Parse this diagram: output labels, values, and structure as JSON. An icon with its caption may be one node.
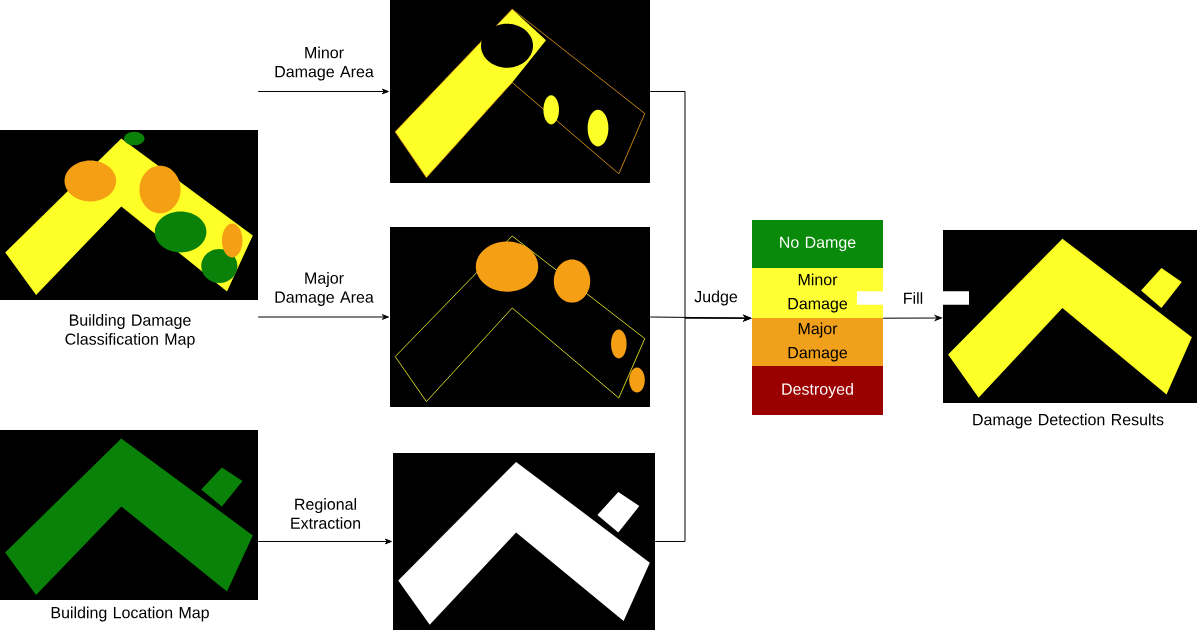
{
  "diagram": {
    "nodes": [
      {
        "text": [],
        "shape": "picture",
        "beside": [
          "Building Damage Classification Map"
        ]
      },
      {
        "text": [],
        "shape": "picture",
        "beside": [
          "Building Location Map"
        ]
      },
      {
        "text": [],
        "shape": "picture"
      },
      {
        "text": [],
        "shape": "picture"
      },
      {
        "text": [],
        "shape": "picture"
      },
      {
        "text": [
          "No Damge"
        ]
      },
      {
        "text": [
          "Minor Damage"
        ]
      },
      {
        "text": [
          "Major Damage"
        ]
      },
      {
        "text": [
          "Destroyed"
        ]
      },
      {
        "text": [],
        "shape": "picture",
        "beside": [
          "Damage Detection Results"
        ]
      }
    ],
    "edges": [
      {
        "from": 0,
        "to": 2,
        "arrow": "to",
        "label": "Minor Damage Area"
      },
      {
        "from": 0,
        "to": 3,
        "arrow": "to",
        "label": "Major Damage Area"
      },
      {
        "from": 1,
        "to": 4,
        "arrow": "to",
        "label": "Regional Extraction"
      },
      {
        "from": 2,
        "to": 6,
        "arrow": "to"
      },
      {
        "from": 3,
        "to": 6,
        "arrow": "to",
        "label": "Judge"
      },
      {
        "from": 4,
        "to": 6,
        "arrow": "to"
      },
      {
        "from": 6,
        "to": 9,
        "arrow": "to",
        "label": "Fill"
      }
    ]
  }
}
